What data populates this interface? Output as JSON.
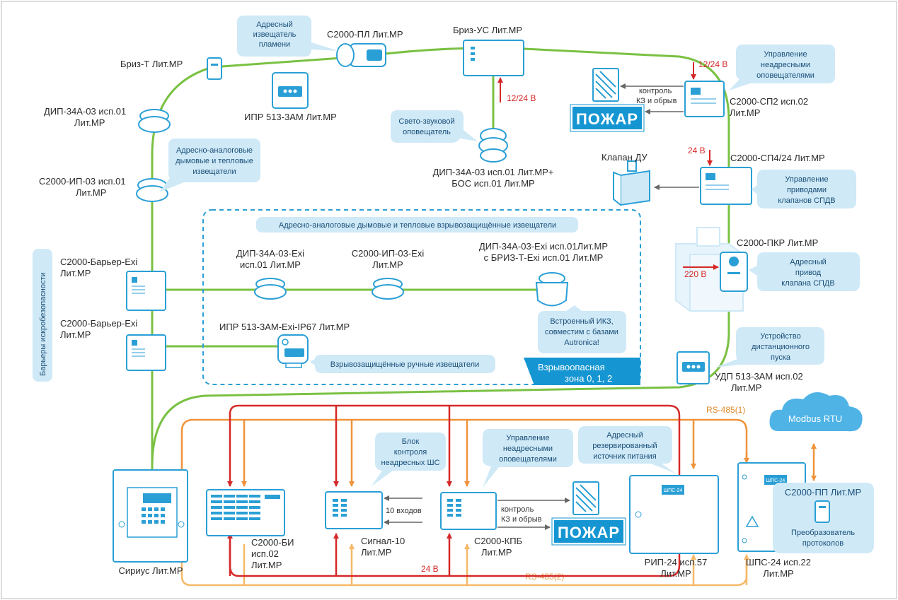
{
  "colors": {
    "loop_green": "#7ac143",
    "power_red": "#d62828",
    "rs485_1": "#f0923a",
    "rs485_2": "#f5b968",
    "device_blue": "#2a9fd6",
    "callout_fill": "#cfe9f7",
    "dashed_zone": "#2a9fd6",
    "fire_panel": "#1596d2"
  },
  "labels": {
    "s2000_pl": "С2000-ПЛ Лит.МР",
    "briz_us": "Бриз-УС Лит.МР",
    "briz_t": "Бриз-Т Лит.МР",
    "ipr_513": "ИПР 513-3АМ Лит.МР",
    "dip_34a_1": "ДИП-34А-03 исп.01",
    "dip_34a_1b": "Лит.МР",
    "s2000_ip": "С2000-ИП-03 исп.01",
    "s2000_ip_b": "Лит.МР",
    "dip_bos_1": "ДИП-34А-03 исп.01 Лит.МР+",
    "dip_bos_2": "БОС исп.01 Лит.МР",
    "sp2_1": "С2000-СП2 исп.02",
    "sp2_2": "Лит.МР",
    "sp4": "С2000-СП4/24 Лит.МР",
    "klapan": "Клапан ДУ",
    "pkr": "С2000-ПКР Лит.МР",
    "udp_1": "УДП 513-3АМ исп.02",
    "udp_2": "Лит.МР",
    "barrier1_1": "С2000-Барьер-Exi",
    "barrier1_2": "Лит.МР",
    "barrier2_1": "С2000-Барьер-Exi",
    "barrier2_2": "Лит.МР",
    "exi_dip_1": "ДИП-34А-03-Exi",
    "exi_dip_2": "исп.01 Лит.МР",
    "exi_ip_1": "С2000-ИП-03-Exi",
    "exi_ip_2": "Лит.МР",
    "exi_briz_1": "ДИП-34А-03-Exi исп.01Лит.МР",
    "exi_briz_2": "с БРИЗ-Т-Exi исп.01 Лит.МР",
    "ipr_exi": "ИПР 513-3АМ-Exi-IP67 Лит.МР",
    "sirius": "Сириус Лит.МР",
    "bi_1": "С2000-БИ",
    "bi_2": "исп.02",
    "bi_3": "Лит.МР",
    "signal_1": "Сигнал-10",
    "signal_2": "Лит.МР",
    "kpb_1": "С2000-КПБ",
    "kpb_2": "Лит.МР",
    "rip_1": "РИП-24 исп.57",
    "rip_2": "Лит.МР",
    "shps_1": "ШПС-24 исп.22",
    "shps_2": "Лит.МР",
    "pp": "С2000-ПП Лит.МР",
    "pp_desc_1": "Преобразователь",
    "pp_desc_2": "протоколов",
    "v12_1": "12/24 В",
    "v12_2": "12/24 В",
    "v24": "24 В",
    "v220": "220 В",
    "v24_bottom": "24 В",
    "control_1": "контроль",
    "control_2": "КЗ и обрыв",
    "control_3": "контроль",
    "control_4": "КЗ и обрыв",
    "inputs": "10 входов",
    "rs485_1": "RS-485(1)",
    "rs485_2": "RS-485(2)",
    "modbus": "Modbus RTU",
    "fire": "ПОЖАР",
    "fire2": "ПОЖАР",
    "zone_1": "Взрывоопасная",
    "zone_2": "зона 0, 1, 2",
    "barriers_vertical": "Барьеры искробезопасности",
    "shps_badge": "ШПС-24",
    "rip_badge": "ШПС-24"
  },
  "callouts": {
    "flame_1": "Адресный",
    "flame_2": "извещатель",
    "flame_3": "пламени",
    "analog_1": "Адресно-аналоговые",
    "analog_2": "дымовые и тепловые",
    "analog_3": "извещатели",
    "sound_1": "Свето-звуковой",
    "sound_2": "оповещатель",
    "nonaddr_1": "Управление",
    "nonaddr_2": "неадресными",
    "nonaddr_3": "оповещателями",
    "valves_1": "Управление",
    "valves_2": "приводами",
    "valves_3": "клапанов СПДВ",
    "drive_1": "Адресный",
    "drive_2": "привод",
    "drive_3": "клапана СПДВ",
    "remote_1": "Устройство",
    "remote_2": "дистанционного",
    "remote_3": "пуска",
    "exi_header": "Адресно-аналоговые дымовые и тепловые взрывозащищённые извещатели",
    "ikz_1": "Встроенный ИКЗ,",
    "ikz_2": "совместим с базами",
    "ikz_3": "Autronica!",
    "manual_exi": "Взрывозащищённые ручные извещатели",
    "blk_1": "Блок",
    "blk_2": "контроля",
    "blk_3": "неадресных ШС",
    "nonaddr2_1": "Управление",
    "nonaddr2_2": "неадресными",
    "nonaddr2_3": "оповещателями",
    "rip_c1": "Адресный",
    "rip_c2": "резервированный",
    "rip_c3": "источник питания"
  }
}
